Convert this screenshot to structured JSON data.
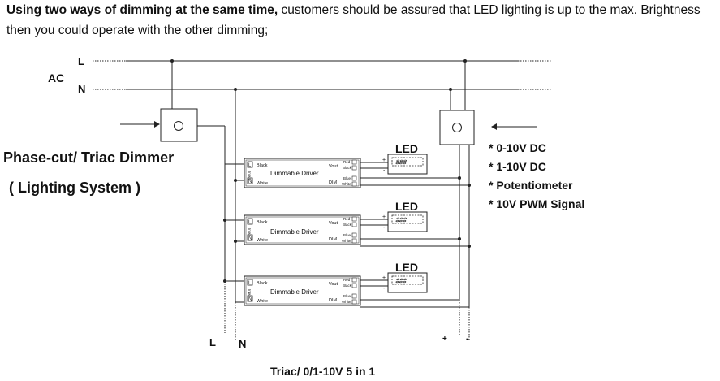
{
  "intro": {
    "bold": "Using two ways of dimming at the same time,",
    "rest": " customers should be assured that LED lighting is up to the max. Brightness then you could operate with the other dimming;"
  },
  "mains": {
    "ac": "AC",
    "l": "L",
    "n": "N"
  },
  "left_caption": {
    "line1": "Phase-cut/ Triac Dimmer",
    "line2": "( Lighting System )"
  },
  "dimming_options": [
    "* 0-10V DC",
    "* 1-10V DC",
    "* Potentiometer",
    "* 10V PWM Signal"
  ],
  "driver": {
    "name": "Dimmable Driver",
    "input": "Input",
    "black": "Black",
    "white": "White",
    "l_box": "L",
    "n_box": "N",
    "vout": "Vout",
    "dim": "DIM",
    "red": "Red",
    "black_out": "Black",
    "blue": "Blue",
    "white_out": "White"
  },
  "led_label": "LED",
  "bottom": {
    "l": "L",
    "n": "N",
    "plus": "+",
    "minus": "-"
  },
  "footer": "Triac/ 0/1-10V 5 in 1"
}
